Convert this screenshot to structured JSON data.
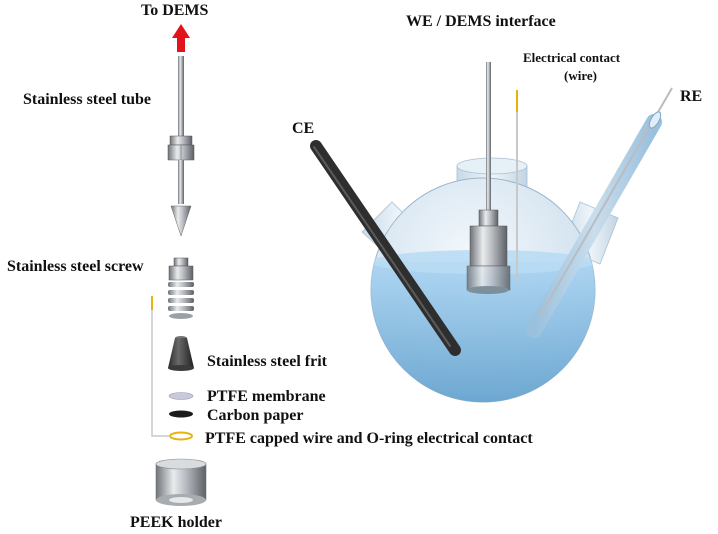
{
  "labels": {
    "to_dems": "To DEMS",
    "stainless_steel_tube": "Stainless steel tube",
    "stainless_steel_screw": "Stainless steel screw",
    "stainless_steel_frit": "Stainless steel frit",
    "ptfe_membrane": "PTFE membrane",
    "carbon_paper": "Carbon paper",
    "ptfe_capped_wire": "PTFE capped wire and O-ring electrical contact",
    "peek_holder": "PEEK holder",
    "we_dems_interface": "WE / DEMS interface",
    "electrical_contact_line1": "Electrical contact",
    "electrical_contact_line2": "(wire)",
    "ce": "CE",
    "re": "RE"
  },
  "colors": {
    "arrow": "#e0141a",
    "steel": "#b9bcc0",
    "electrolyte": "#8fc3ea",
    "glass": "#d8e7f2",
    "counter_electrode": "#3a3a3a",
    "carbon_paper": "#1a1a1a",
    "membrane": "#c9c9dc",
    "o_ring": "#e8b20c"
  }
}
